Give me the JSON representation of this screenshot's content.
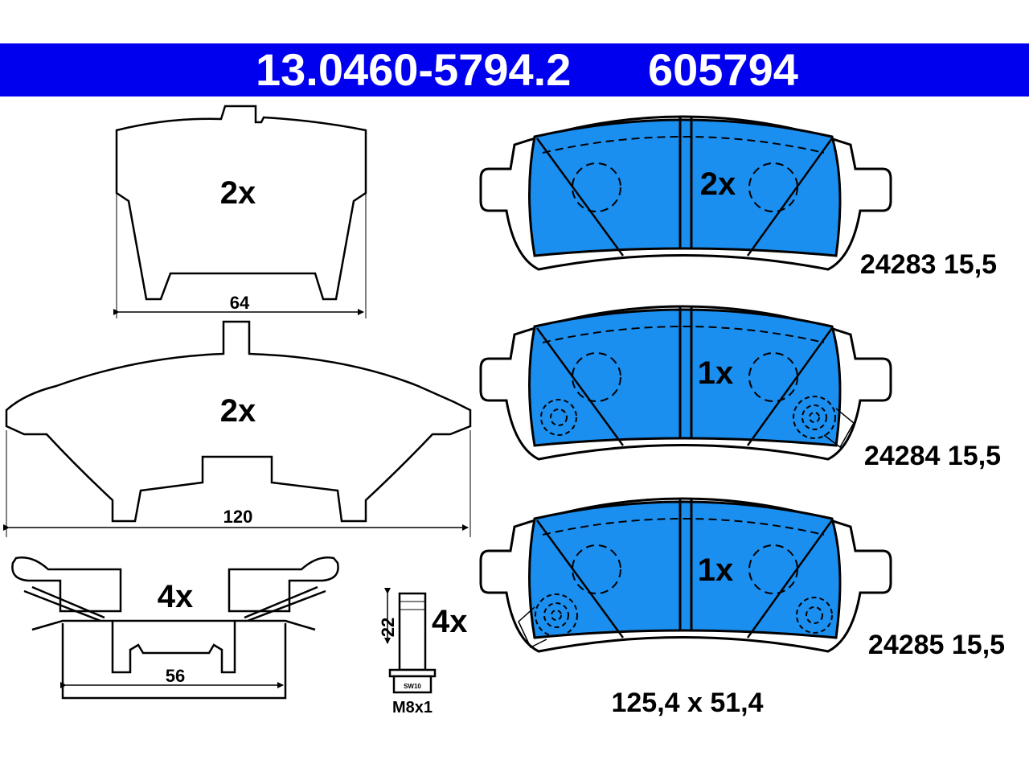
{
  "header": {
    "part_number": "13.0460-5794.2",
    "ref_number": "605794",
    "background_color": "#0000ee"
  },
  "colors": {
    "pad_friction": "#1a8ff0",
    "line": "#000000"
  },
  "springs": {
    "top": {
      "qty": "2x",
      "dim": "64"
    },
    "wide": {
      "qty": "2x",
      "dim": "120"
    }
  },
  "clips": {
    "qty": "4x",
    "dim": "56"
  },
  "bolt": {
    "qty": "4x",
    "length": "22",
    "thread": "M8x1",
    "head_mark": "SW10"
  },
  "pads": [
    {
      "qty": "2x",
      "code": "24283 15,5"
    },
    {
      "qty": "1x",
      "code": "24284 15,5"
    },
    {
      "qty": "1x",
      "code": "24285 15,5"
    }
  ],
  "pad_size": "125,4 x 51,4"
}
